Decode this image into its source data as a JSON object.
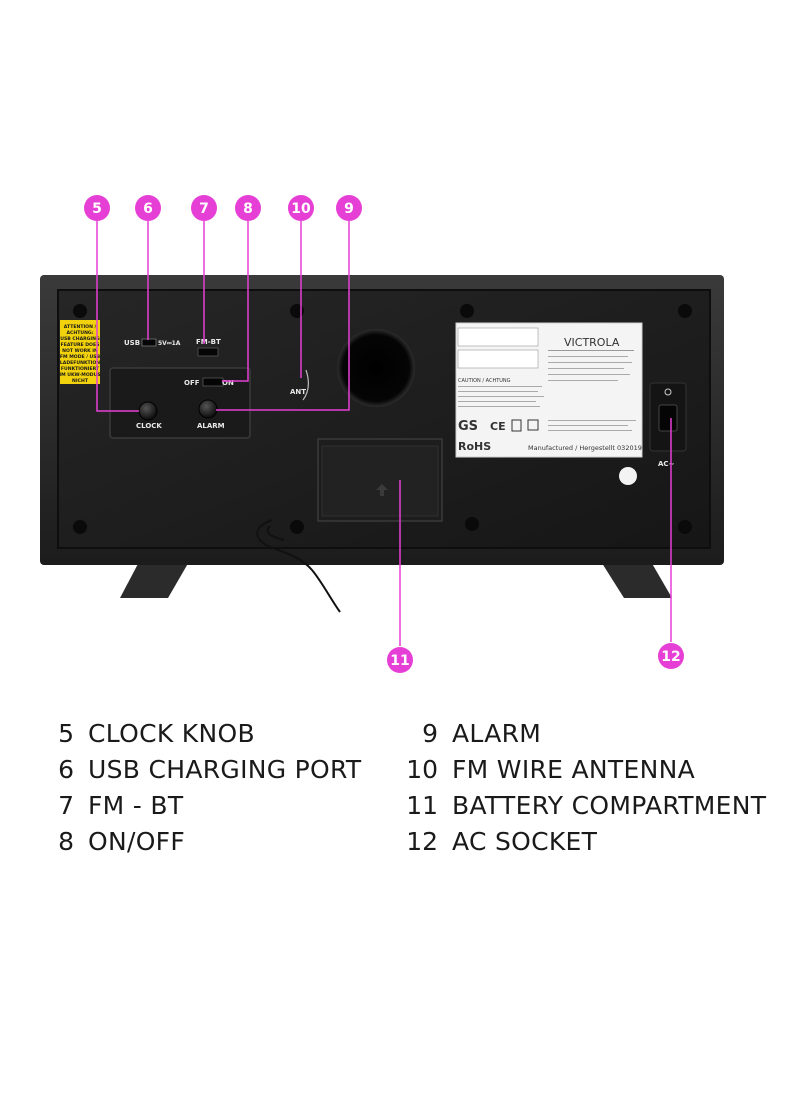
{
  "colors": {
    "callout": "#e63fd6",
    "cabinet": "#2a2a2a",
    "panel": "#1f1f1f",
    "sticker": "#f2d20c"
  },
  "device": {
    "brand": "VICTROLA",
    "controls": {
      "usb": "USB",
      "usb_rating": "5V⎓1A",
      "fm_bt": "FM-BT",
      "off": "OFF",
      "on": "ON",
      "clock": "CLOCK",
      "alarm": "ALARM",
      "ant": "ANT",
      "ac": "AC~"
    },
    "sticker_lines": [
      "ATTENTION /",
      "ACHTUNG:",
      "USB CHARGING",
      "FEATURE DOES",
      "NOT WORK IN",
      "FM MODE / USB",
      "LADEFUNKTION",
      "FUNKTIONIERT",
      "IM UKW-MODUS",
      "NICHT"
    ],
    "plate": {
      "caution": "CAUTION / ACHTUNG",
      "rohs": "RoHS",
      "gs": "GS",
      "ce": "CE",
      "manufactured": "Manufactured / Hergestellt 032019"
    }
  },
  "callouts": [
    {
      "id": "5",
      "label": "5"
    },
    {
      "id": "6",
      "label": "6"
    },
    {
      "id": "7",
      "label": "7"
    },
    {
      "id": "8",
      "label": "8"
    },
    {
      "id": "10",
      "label": "10"
    },
    {
      "id": "9",
      "label": "9"
    },
    {
      "id": "11",
      "label": "11"
    },
    {
      "id": "12",
      "label": "12"
    }
  ],
  "legend": {
    "left": [
      {
        "num": "5",
        "text": "CLOCK KNOB"
      },
      {
        "num": "6",
        "text": "USB CHARGING PORT"
      },
      {
        "num": "7",
        "text": "FM - BT"
      },
      {
        "num": "8",
        "text": "ON/OFF"
      }
    ],
    "right": [
      {
        "num": "9",
        "text": "ALARM"
      },
      {
        "num": "10",
        "text": "FM WIRE ANTENNA"
      },
      {
        "num": "11",
        "text": "BATTERY COMPARTMENT"
      },
      {
        "num": "12",
        "text": "AC SOCKET"
      }
    ]
  }
}
